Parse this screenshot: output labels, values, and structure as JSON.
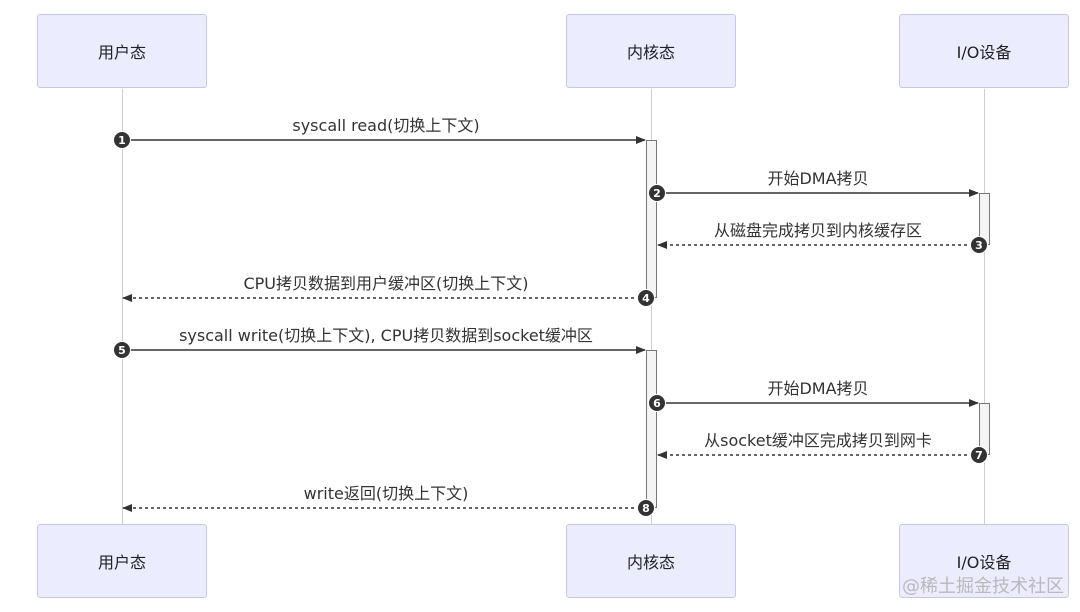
{
  "actors": [
    {
      "id": "user",
      "label": "用户态"
    },
    {
      "id": "kernel",
      "label": "内核态"
    },
    {
      "id": "io",
      "label": "I/O设备"
    }
  ],
  "messages": [
    {
      "num": "1",
      "from": "user",
      "to": "kernel",
      "style": "solid",
      "label": "syscall read(切换上下文)"
    },
    {
      "num": "2",
      "from": "kernel",
      "to": "io",
      "style": "solid",
      "label": "开始DMA拷贝"
    },
    {
      "num": "3",
      "from": "io",
      "to": "kernel",
      "style": "dashed",
      "label": "从磁盘完成拷贝到内核缓存区"
    },
    {
      "num": "4",
      "from": "kernel",
      "to": "user",
      "style": "dashed",
      "label": "CPU拷贝数据到用户缓冲区(切换上下文)"
    },
    {
      "num": "5",
      "from": "user",
      "to": "kernel",
      "style": "solid",
      "label": "syscall write(切换上下文), CPU拷贝数据到socket缓冲区"
    },
    {
      "num": "6",
      "from": "kernel",
      "to": "io",
      "style": "solid",
      "label": "开始DMA拷贝"
    },
    {
      "num": "7",
      "from": "io",
      "to": "kernel",
      "style": "dashed",
      "label": "从socket缓冲区完成拷贝到网卡"
    },
    {
      "num": "8",
      "from": "kernel",
      "to": "user",
      "style": "dashed",
      "label": "write返回(切换上下文)"
    }
  ],
  "watermark": "@稀土掘金技术社区"
}
